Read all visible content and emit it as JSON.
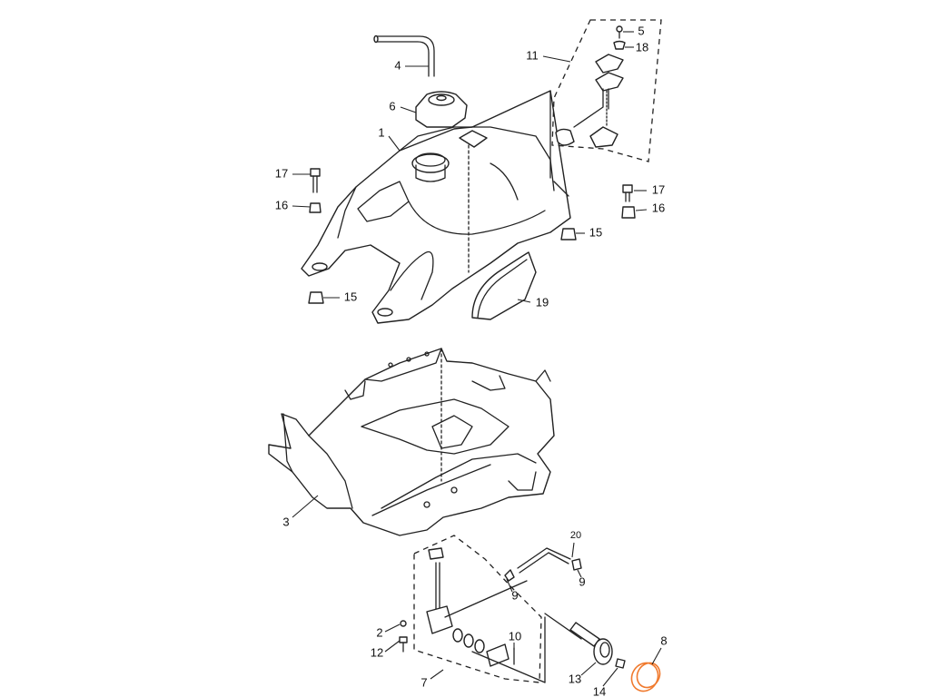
{
  "diagram": {
    "highlight_color": "#f07a2e",
    "highlighted_part": "8",
    "labels": {
      "p1": "1",
      "p2": "2",
      "p3": "3",
      "p4": "4",
      "p5": "5",
      "p6": "6",
      "p7": "7",
      "p8": "8",
      "p9a": "9",
      "p9b": "9",
      "p10": "10",
      "p11": "11",
      "p12": "12",
      "p13": "13",
      "p14": "14",
      "p15a": "15",
      "p15b": "15",
      "p16a": "16",
      "p16b": "16",
      "p17a": "17",
      "p17b": "17",
      "p18": "18",
      "p19": "19",
      "p20": "20"
    }
  }
}
